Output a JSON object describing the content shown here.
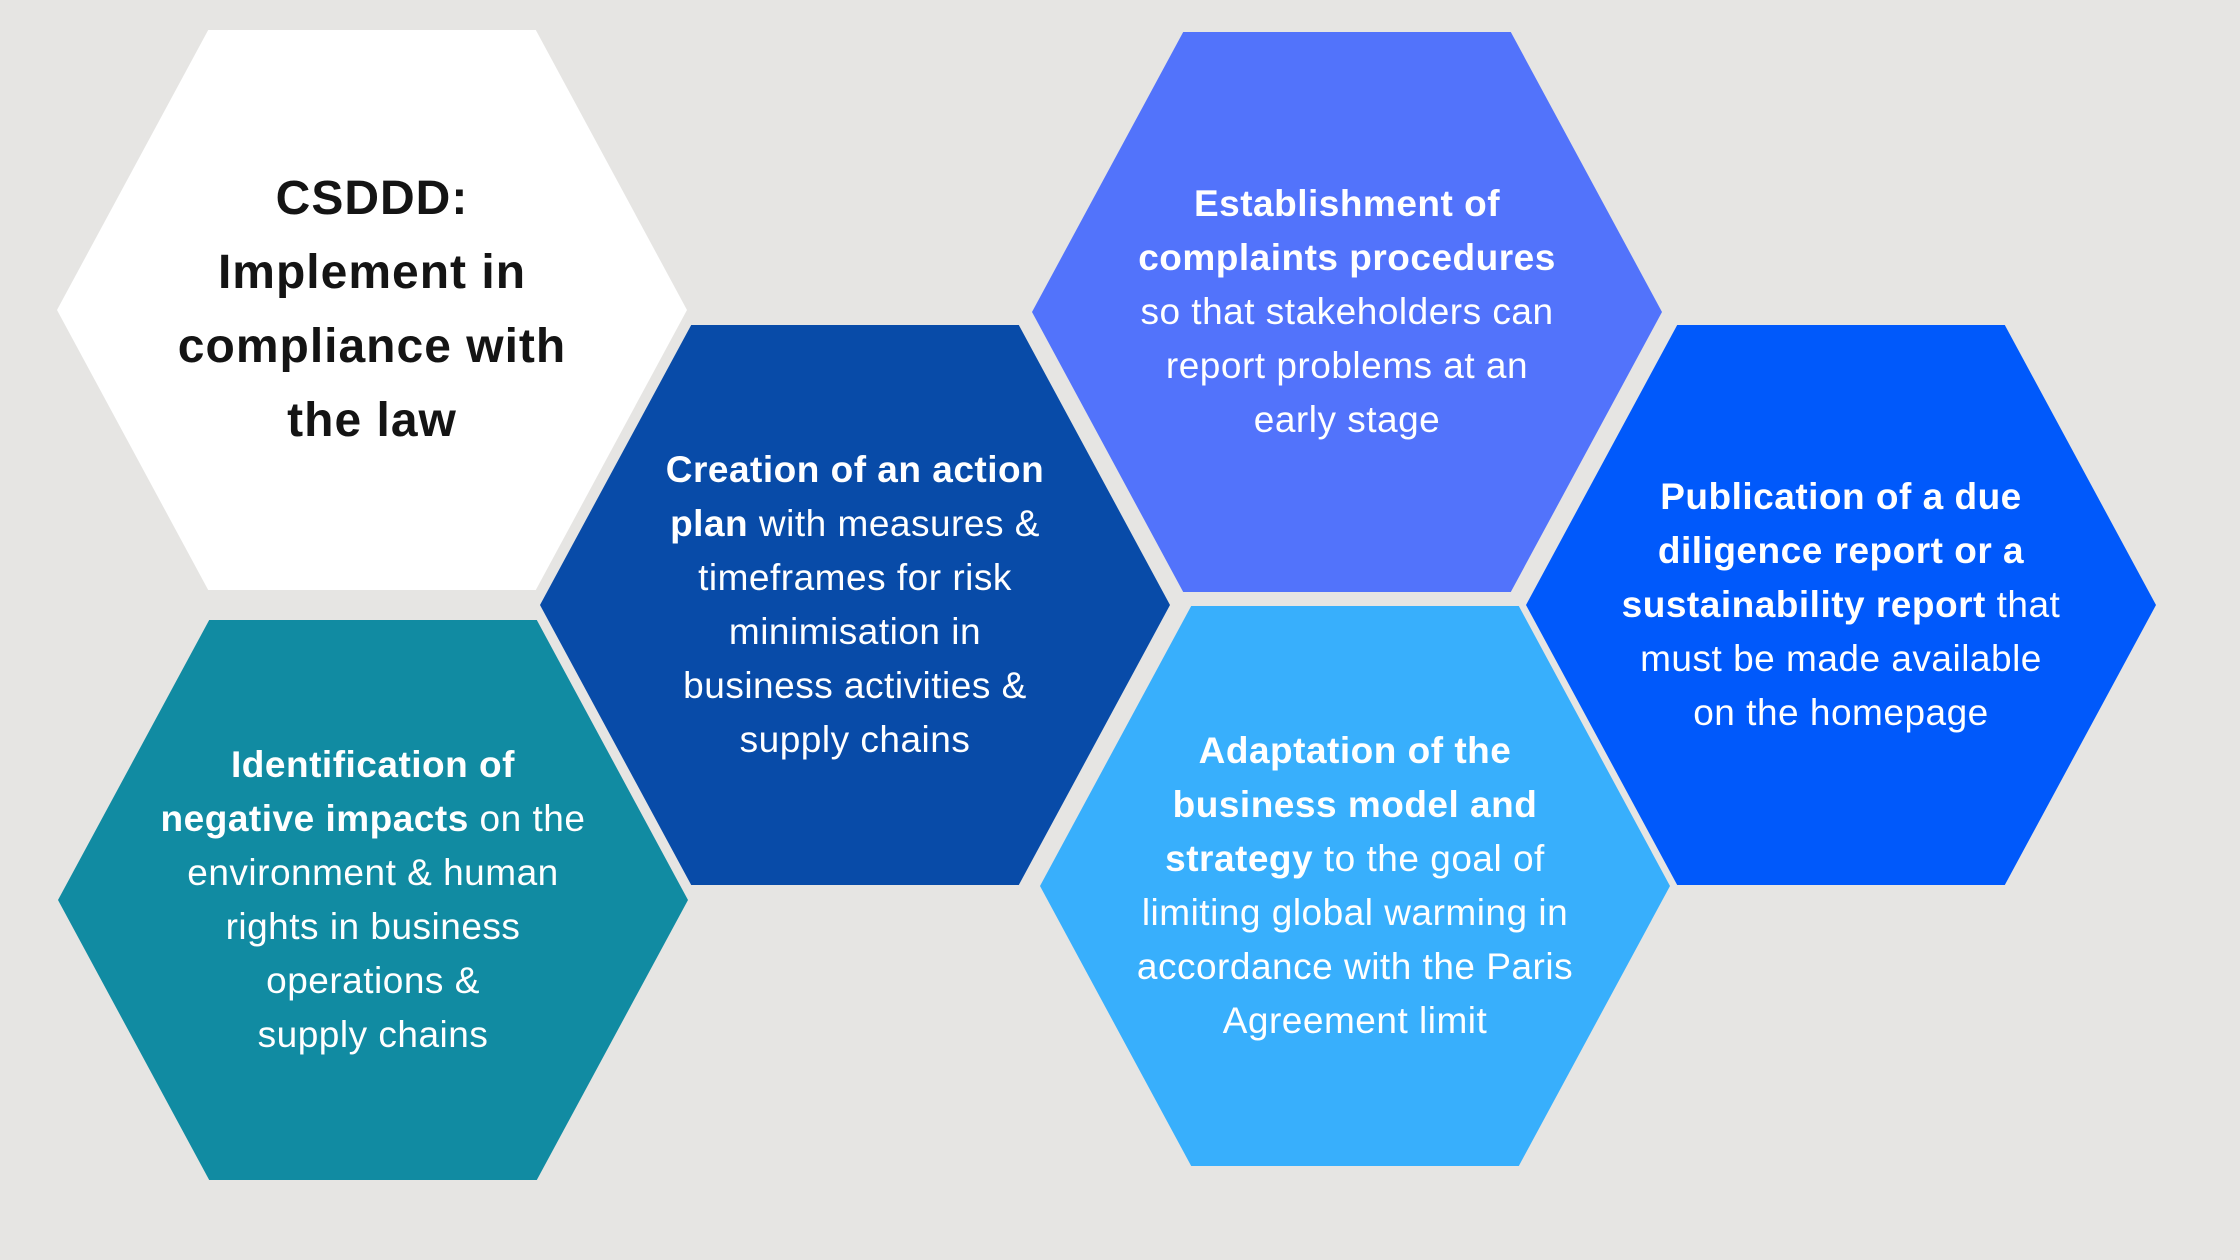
{
  "background_color": "#e6e5e3",
  "hexagons": [
    {
      "id": "csddd-title",
      "fill": "#ffffff",
      "text_color": "#141414",
      "lines": [
        {
          "runs": [
            {
              "t": "CSDDD:",
              "b": true
            }
          ]
        },
        {
          "runs": [
            {
              "t": "Implement in",
              "b": true
            }
          ]
        },
        {
          "runs": [
            {
              "t": "compliance with",
              "b": true
            }
          ]
        },
        {
          "runs": [
            {
              "t": "the law",
              "b": true
            }
          ]
        }
      ]
    },
    {
      "id": "creation-action-plan",
      "fill": "#084ba8",
      "text_color": "#ffffff",
      "lines": [
        {
          "runs": [
            {
              "t": "Creation of an action",
              "b": true
            }
          ]
        },
        {
          "runs": [
            {
              "t": "plan",
              "b": true
            },
            {
              "t": " with measures &",
              "b": false
            }
          ]
        },
        {
          "runs": [
            {
              "t": "timeframes for risk",
              "b": false
            }
          ]
        },
        {
          "runs": [
            {
              "t": "minimisation in",
              "b": false
            }
          ]
        },
        {
          "runs": [
            {
              "t": "business activities &",
              "b": false
            }
          ]
        },
        {
          "runs": [
            {
              "t": "supply chains",
              "b": false
            }
          ]
        }
      ]
    },
    {
      "id": "identification-negative-impacts",
      "fill": "#118ba2",
      "text_color": "#ffffff",
      "lines": [
        {
          "runs": [
            {
              "t": "Identification of",
              "b": true
            }
          ]
        },
        {
          "runs": [
            {
              "t": "negative impacts",
              "b": true
            },
            {
              "t": " on the",
              "b": false
            }
          ]
        },
        {
          "runs": [
            {
              "t": "environment & human",
              "b": false
            }
          ]
        },
        {
          "runs": [
            {
              "t": "rights in business",
              "b": false
            }
          ]
        },
        {
          "runs": [
            {
              "t": "operations &",
              "b": false
            }
          ]
        },
        {
          "runs": [
            {
              "t": "supply chains",
              "b": false
            }
          ]
        }
      ]
    },
    {
      "id": "complaints-procedures",
      "fill": "#5273fb",
      "text_color": "#ffffff",
      "lines": [
        {
          "runs": [
            {
              "t": "Establishment of",
              "b": true
            }
          ]
        },
        {
          "runs": [
            {
              "t": "complaints procedures",
              "b": true
            }
          ]
        },
        {
          "runs": [
            {
              "t": "so that stakeholders can",
              "b": false
            }
          ]
        },
        {
          "runs": [
            {
              "t": "report problems at an",
              "b": false
            }
          ]
        },
        {
          "runs": [
            {
              "t": "early stage",
              "b": false
            }
          ]
        }
      ]
    },
    {
      "id": "business-model-adaptation",
      "fill": "#38affc",
      "text_color": "#ffffff",
      "lines": [
        {
          "runs": [
            {
              "t": "Adaptation of the",
              "b": true
            }
          ]
        },
        {
          "runs": [
            {
              "t": "business model and",
              "b": true
            }
          ]
        },
        {
          "runs": [
            {
              "t": "strategy",
              "b": true
            },
            {
              "t": " to the goal of",
              "b": false
            }
          ]
        },
        {
          "runs": [
            {
              "t": "limiting global warming in",
              "b": false
            }
          ]
        },
        {
          "runs": [
            {
              "t": "accordance with the Paris",
              "b": false
            }
          ]
        },
        {
          "runs": [
            {
              "t": "Agreement limit",
              "b": false
            }
          ]
        }
      ]
    },
    {
      "id": "due-diligence-report",
      "fill": "#0059fb",
      "text_color": "#ffffff",
      "lines": [
        {
          "runs": [
            {
              "t": "Publication of a due",
              "b": true
            }
          ]
        },
        {
          "runs": [
            {
              "t": "diligence report or a",
              "b": true
            }
          ]
        },
        {
          "runs": [
            {
              "t": "sustainability report",
              "b": true
            },
            {
              "t": " that",
              "b": false
            }
          ]
        },
        {
          "runs": [
            {
              "t": "must be made available",
              "b": false
            }
          ]
        },
        {
          "runs": [
            {
              "t": "on the homepage",
              "b": false
            }
          ]
        }
      ]
    }
  ]
}
